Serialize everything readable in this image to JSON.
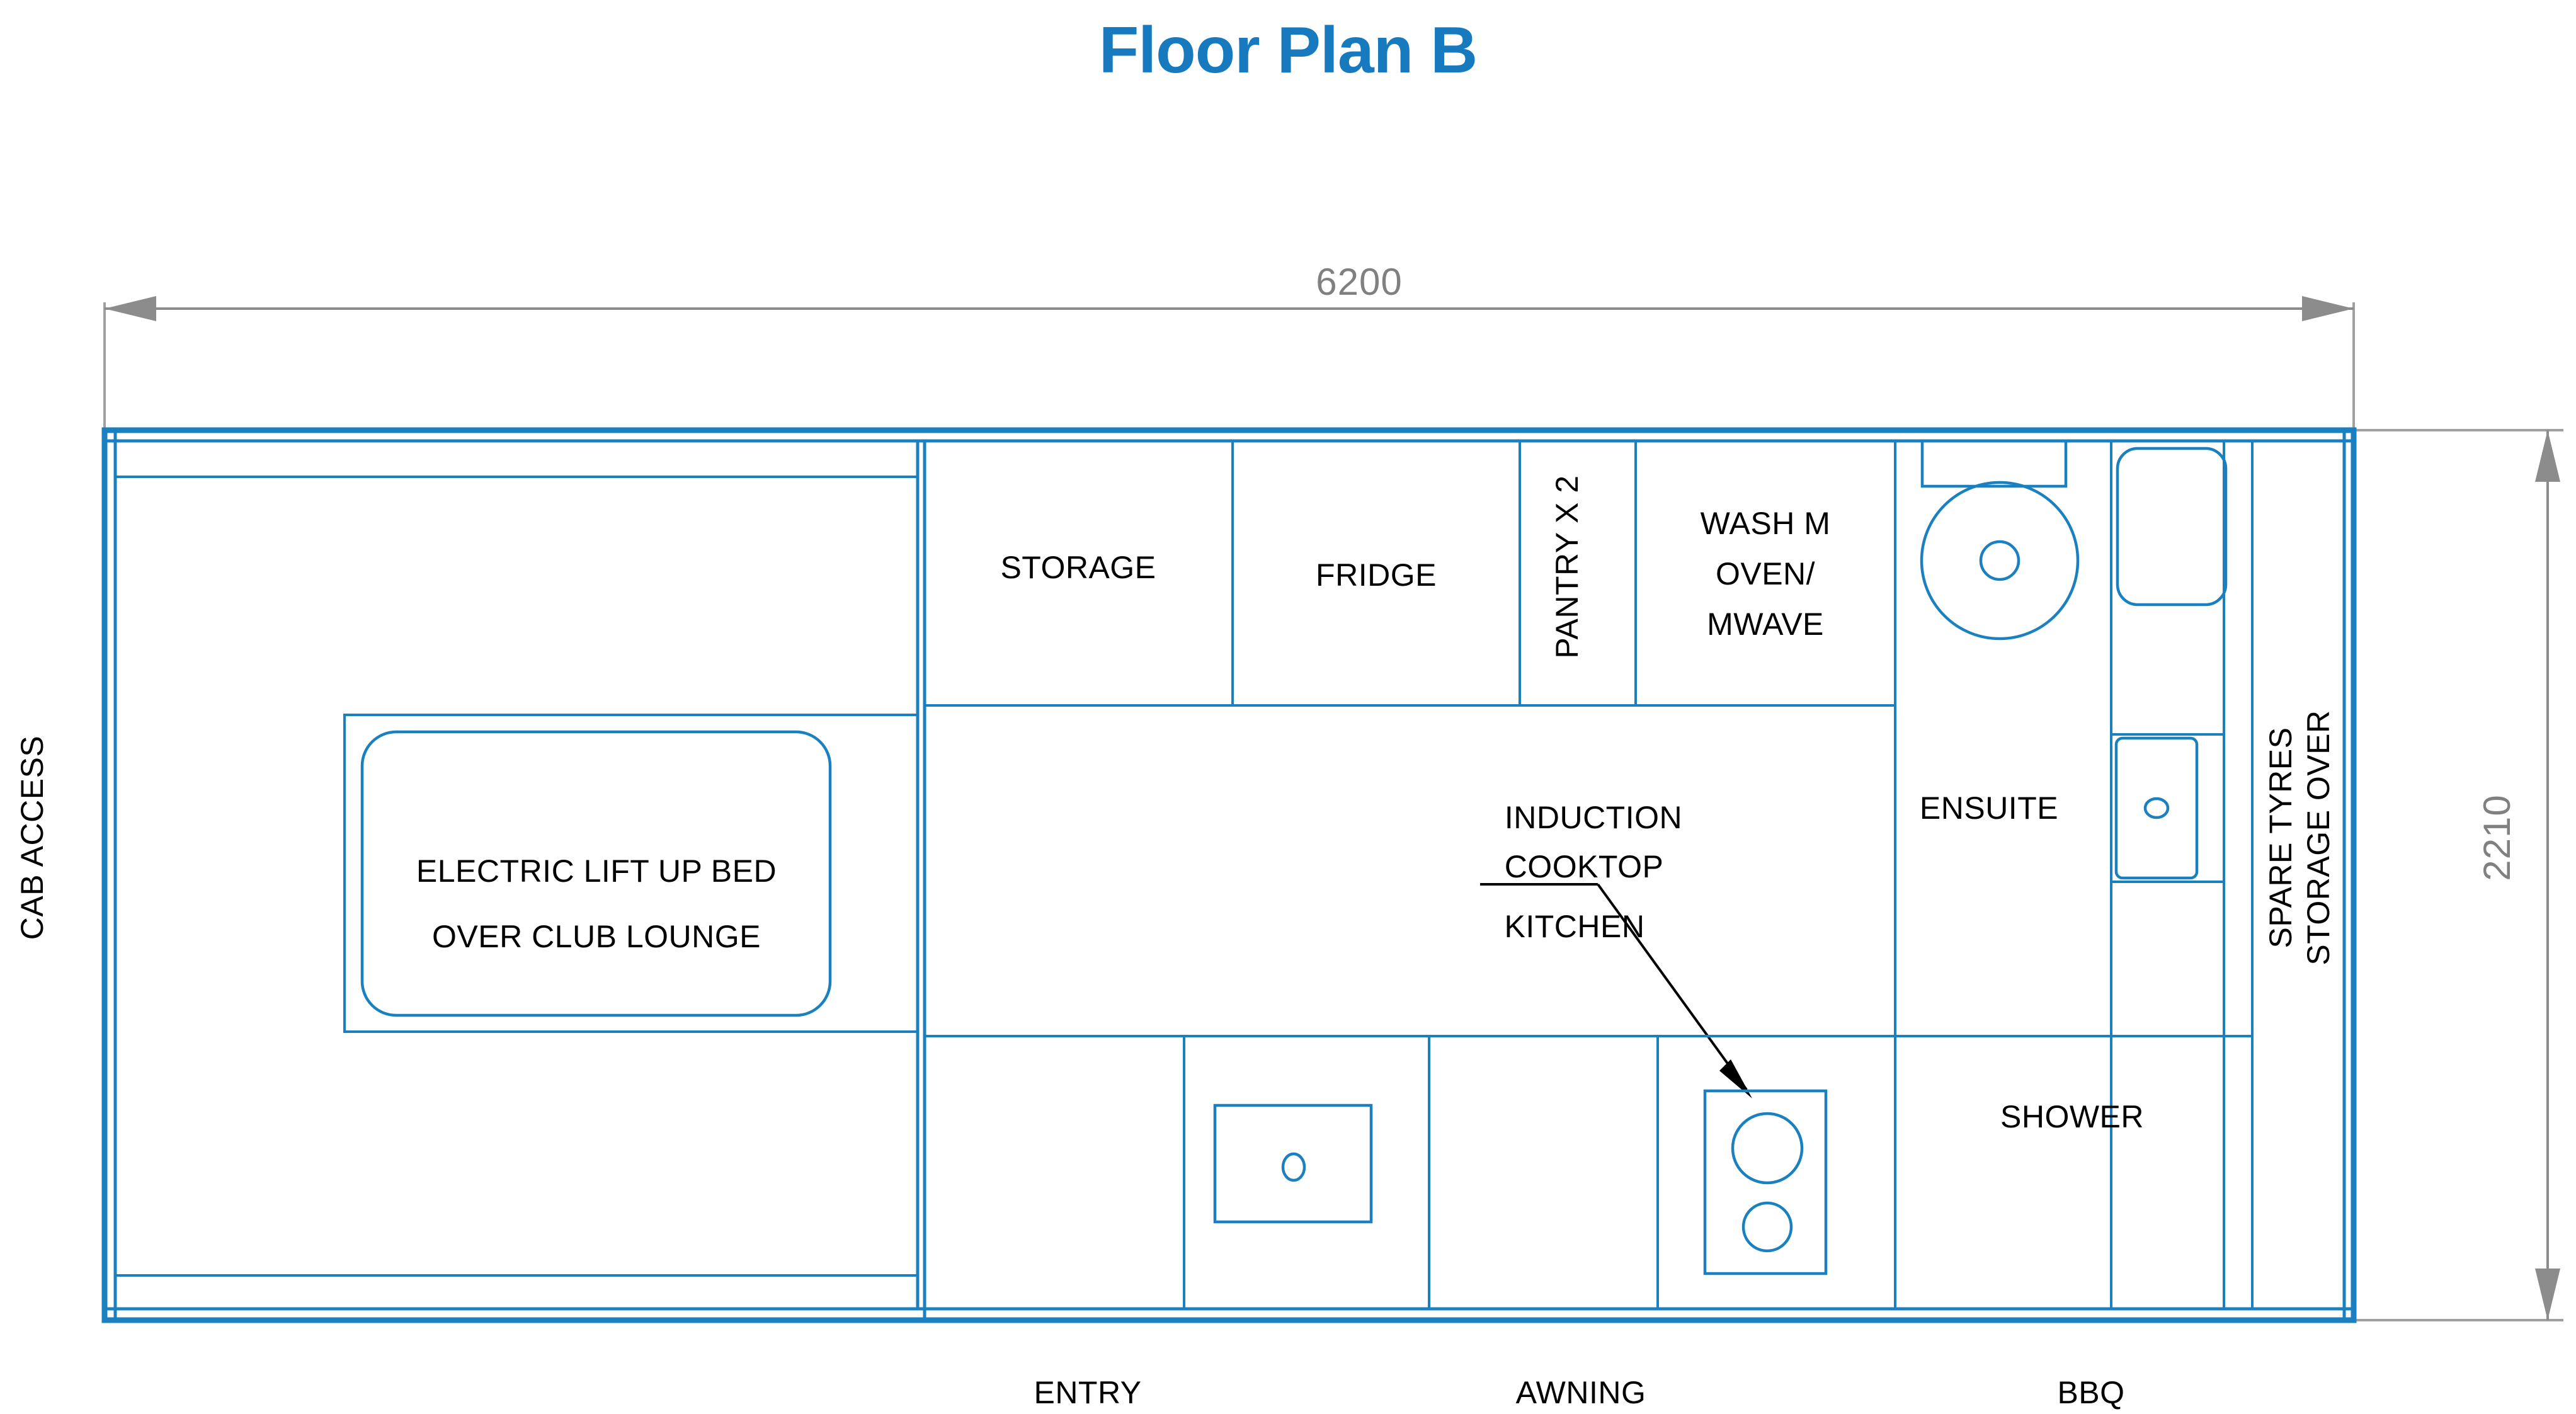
{
  "title": "Floor Plan B",
  "accent_color": "#1779BE",
  "line_color": "#1B80BF",
  "dimension_color": "#8C8C8C",
  "label_color": "#000000",
  "dimensions": {
    "width_label": "6200",
    "height_label": "2210",
    "unit_implied": "mm"
  },
  "side_labels": {
    "left": "CAB ACCESS",
    "right_upper": "SPARE TYRES",
    "right_lower": "STORAGE OVER"
  },
  "bottom_labels": [
    {
      "name": "entry",
      "text": "ENTRY"
    },
    {
      "name": "awning",
      "text": "AWNING"
    },
    {
      "name": "bbq",
      "text": "BBQ"
    }
  ],
  "rooms": [
    {
      "name": "bed",
      "line1": "ELECTRIC LIFT UP BED",
      "line2": "OVER CLUB LOUNGE"
    },
    {
      "name": "storage",
      "text": "STORAGE"
    },
    {
      "name": "fridge",
      "text": "FRIDGE"
    },
    {
      "name": "pantry",
      "text": "PANTRY X 2"
    },
    {
      "name": "washer-oven",
      "line1": "WASH M",
      "line2": "OVEN/",
      "line3": "MWAVE"
    },
    {
      "name": "kitchen",
      "text": "KITCHEN"
    },
    {
      "name": "ensuite",
      "text": "ENSUITE"
    },
    {
      "name": "shower",
      "text": "SHOWER"
    }
  ],
  "annotations": [
    {
      "name": "induction-cooktop",
      "line1": "INDUCTION",
      "line2": "COOKTOP"
    }
  ],
  "chart_data": {
    "type": "table",
    "title": "Floor Plan B",
    "xlabel": "6200",
    "ylabel": "2210",
    "categories": [
      "CAB ACCESS",
      "ELECTRIC LIFT UP BED OVER CLUB LOUNGE",
      "STORAGE",
      "FRIDGE",
      "PANTRY X 2",
      "WASH M OVEN/ MWAVE",
      "KITCHEN",
      "INDUCTION COOKTOP",
      "ENSUITE",
      "SHOWER",
      "SPARE TYRES STORAGE OVER",
      "ENTRY",
      "AWNING",
      "BBQ"
    ],
    "values": [
      6200,
      2210
    ]
  }
}
